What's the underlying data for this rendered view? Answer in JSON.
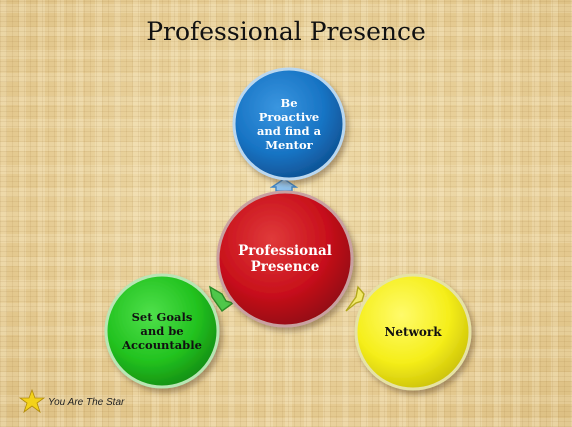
{
  "slide": {
    "title": "Professional Presence",
    "footer_text": "You Are The Star"
  },
  "nodes": {
    "center": {
      "label": "Professional\nPresence",
      "color": "#c8101b",
      "text_color": "#ffffff"
    },
    "top": {
      "label": "Be\nProactive\nand find a\nMentor",
      "color": "#1874c4",
      "text_color": "#ffffff"
    },
    "left": {
      "label": "Set Goals\nand be\nAccountable",
      "color": "#22c21f",
      "text_color": "#111111"
    },
    "right": {
      "label": "Network",
      "color": "#f5ee1a",
      "text_color": "#111111"
    }
  },
  "connector_colors": {
    "top": "#8fc3ef",
    "left": "#4fc74a",
    "right": "#f2e96a"
  }
}
